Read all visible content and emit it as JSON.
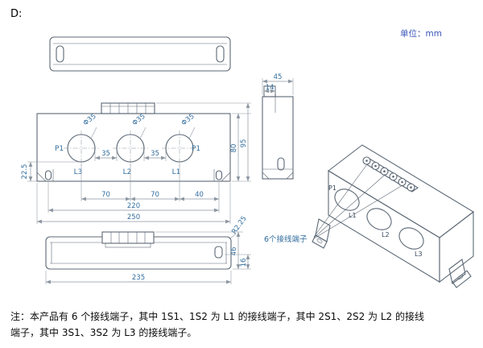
{
  "page": {
    "label_d": "D:",
    "unit": "单位：mm"
  },
  "front": {
    "dia": "Φ35",
    "p1": "P1",
    "l1": "L1",
    "l2": "L2",
    "l3": "L3",
    "dim_gap": "35",
    "dim_pitch": "70",
    "dim_40": "40",
    "dim_220": "220",
    "dim_250": "250",
    "dim_22_5": "22.5",
    "dim_80": "80",
    "dim_95": "95"
  },
  "side": {
    "dim_45": "45",
    "dim_14": "14"
  },
  "bottom": {
    "dim_235": "235",
    "dim_46": "46",
    "dim_16": "16",
    "dim_r": "R2.25"
  },
  "iso": {
    "p1": "P1",
    "l1": "L1",
    "l2": "L2",
    "l3": "L3"
  },
  "callout": {
    "terminals": "6个接线端子"
  },
  "note": {
    "line1": "注：本产品有 6 个接线端子，其中 1S1、1S2 为 L1 的接线端子，其中 2S1、2S2 为 L2 的接线",
    "line2": "端子，其中 3S1、3S2 为 L3 的接线端子。"
  },
  "colors": {
    "line": "#5c6875",
    "dimension_line": "#8b95a0",
    "dimension_text": "#336e9e",
    "unit_text": "#3a55b8",
    "note_text": "#0b0b0b"
  }
}
